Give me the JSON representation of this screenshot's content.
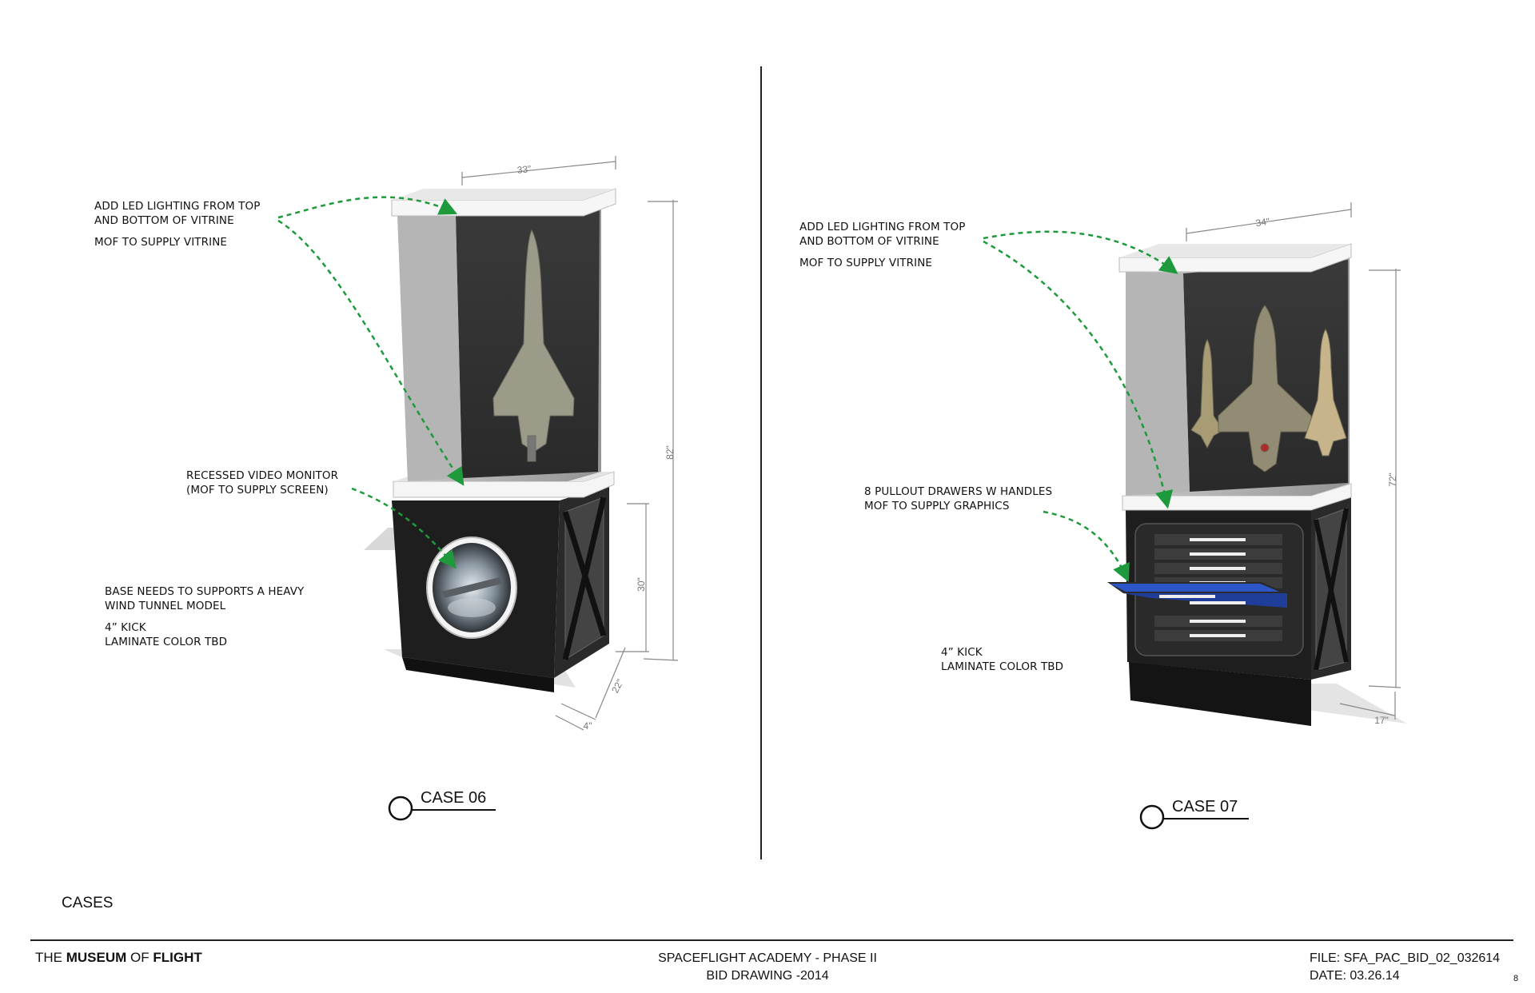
{
  "notes": {
    "c6_led": [
      "ADD LED LIGHTING FROM TOP",
      "AND BOTTOM OF VITRINE"
    ],
    "c6_mof": "MOF TO SUPPLY VITRINE",
    "c6_video": [
      "RECESSED VIDEO MONITOR",
      "(MOF TO SUPPLY SCREEN)"
    ],
    "c6_base": [
      "BASE NEEDS TO SUPPORTS A HEAVY",
      "WIND TUNNEL MODEL"
    ],
    "c6_kick": [
      "4” KICK",
      "LAMINATE COLOR TBD"
    ],
    "c7_led": [
      "ADD LED LIGHTING FROM TOP",
      "AND BOTTOM OF VITRINE"
    ],
    "c7_mof": "MOF TO SUPPLY VITRINE",
    "c7_drawers": [
      "8 PULLOUT DRAWERS w HANDLES",
      "MOF TO SUPPLY GRAPHICS"
    ],
    "c7_kick": [
      "4” KICK",
      "LAMINATE COLOR TBD"
    ]
  },
  "dimensions": {
    "c6_width": "33\"",
    "c6_height": "82\"",
    "c6_base_height": "30\"",
    "c6_depth": "22\"",
    "c6_kick": "4\"",
    "c7_width": "34\"",
    "c7_height": "72\"",
    "c7_depth": "17\""
  },
  "cases": {
    "c6": "CASE 06",
    "c7": "CASE 07"
  },
  "section_title": "CASES",
  "footer": {
    "org_prefix": "THE",
    "org_bold1": "MUSEUM",
    "org_mid": "OF",
    "org_bold2": "FLIGHT",
    "project_line1": "SPACEFLIGHT ACADEMY - PHASE II",
    "project_line2": "BID DRAWING -2014",
    "file_line": "FILE: SFA_PAC_BID_02_032614",
    "date_line": "DATE: 03.26.14",
    "page_number": "8"
  },
  "colors": {
    "leader_green": "#1e9a3c",
    "cabinet_black": "#1c1c1c",
    "drawer_blue": "#2c55c8"
  }
}
